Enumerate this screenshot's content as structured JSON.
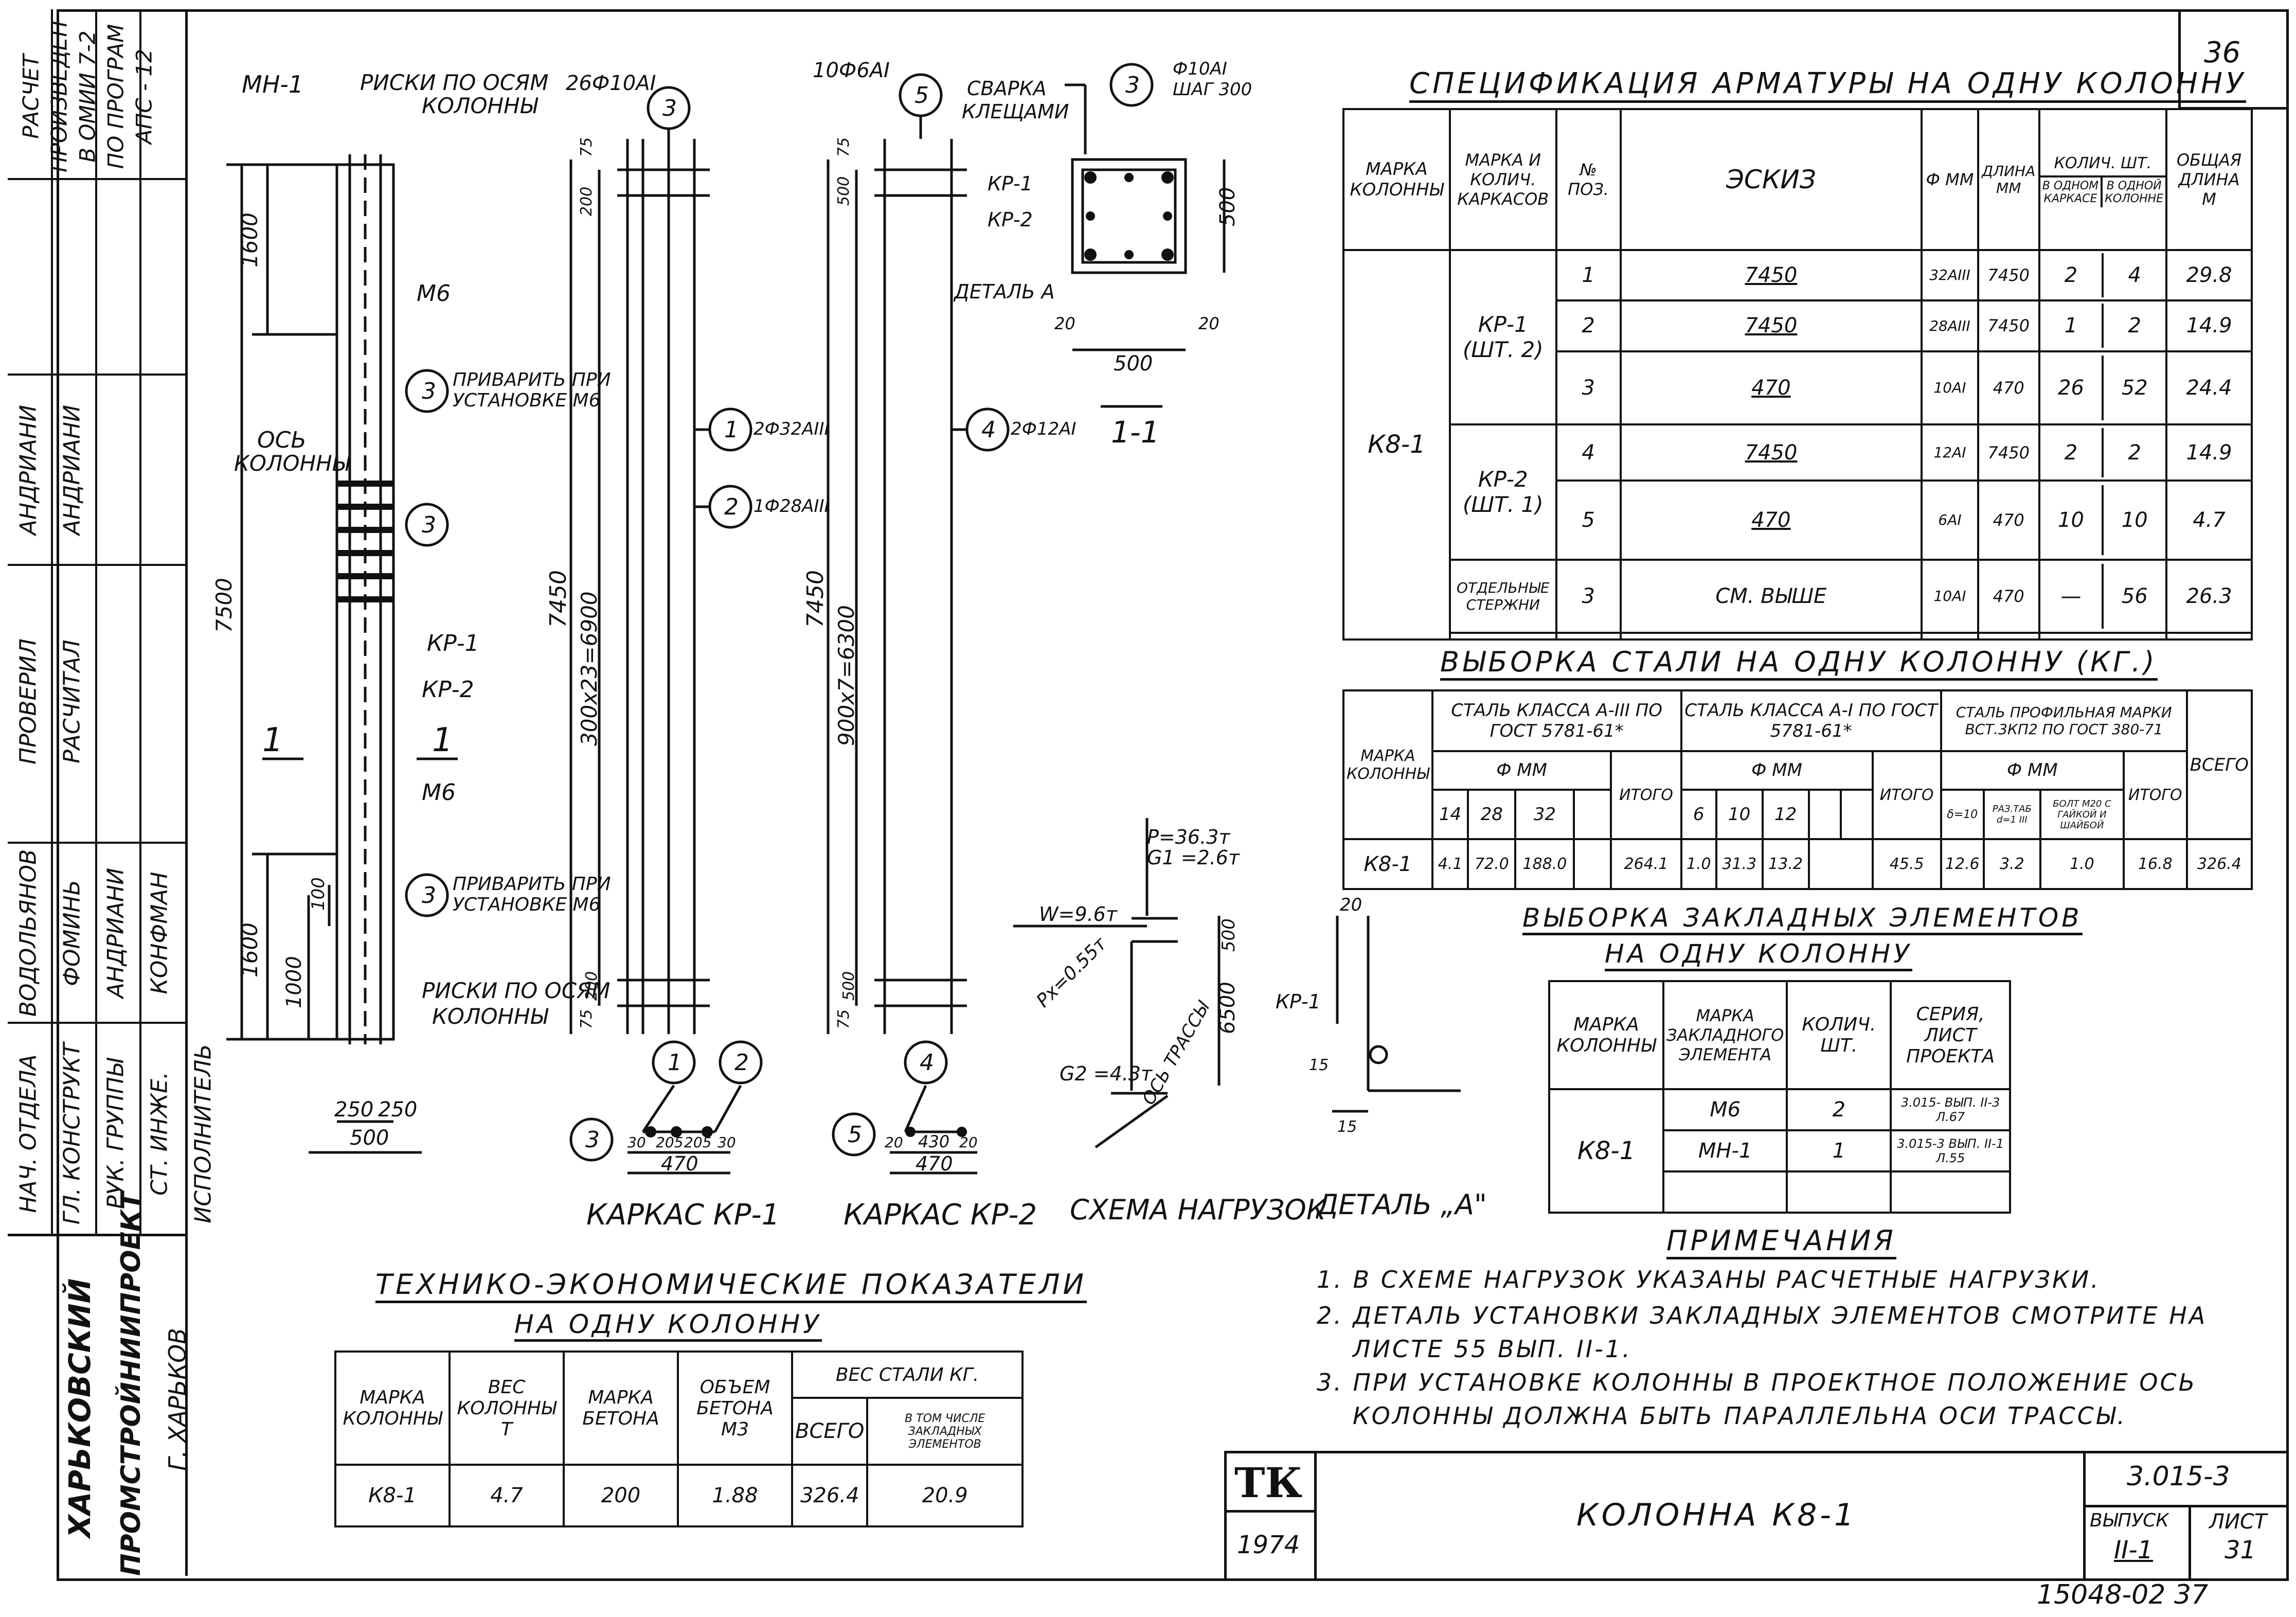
{
  "sheet_number": "36",
  "stamp_bottom_right": "15048-02  37",
  "side_block": {
    "org": [
      "ХАРЬКОВСКИЙ",
      "ПРОМСТРОЙНИИПРОЕКТ",
      "Г. ХАРЬКОВ"
    ],
    "roles": [
      "НАЧ. ОТДЕЛА",
      "ГЛ. КОНСТРУКТ",
      "РУК. ГРУППЫ",
      "СТ. ИНЖЕ.",
      "ИСПОЛНИТЕЛЬ",
      "ПРОВЕРИЛ",
      "РАСЧИТАЛ"
    ],
    "names": [
      "ВОДОЛЬЯНОВ",
      "ФОМИНЬ",
      "АНДРИАНИ",
      "КОНФМАН",
      "АНДРИАНИ",
      "АНДРИАНИ"
    ],
    "calc_note": [
      "РАСЧЕТ",
      "ПРОИЗВЕДЕН",
      "В ОМИИ 7-2",
      "ПО ПРОГРАМ",
      "АПС - 12"
    ]
  },
  "col_drawing": {
    "labels": [
      "МН-1",
      "РИСКИ ПО ОСЯМ КОЛОННЫ",
      "М6",
      "ПРИВАРИТЬ ПРИ УСТАНОВКЕ М6",
      "ОСЬ КОЛОННЫ",
      "КР-1",
      "КР-2",
      "М6",
      "ПРИВАРИТЬ ПРИ УСТАНОВКЕ М6",
      "РИСКИ ПО ОСЯМ КОЛОННЫ"
    ],
    "dims": [
      "1600",
      "7500",
      "1600",
      "1000",
      "100",
      "250",
      "250",
      "500"
    ],
    "section_marks": [
      "1",
      "1"
    ],
    "callouts": [
      "3",
      "3",
      "3"
    ]
  },
  "kr1": {
    "top_label": "26Ф10АI",
    "callout_top": "3",
    "dims": [
      "75",
      "200",
      "7450",
      "300x23=6900",
      "200",
      "75"
    ],
    "bar_labels": [
      "2Ф32АIII",
      "1Ф28АIII"
    ],
    "callouts": [
      "1",
      "2",
      "1",
      "2",
      "3"
    ],
    "bottom_dims": [
      "30",
      "205",
      "205",
      "30",
      "470"
    ],
    "caption": "КАРКАС КР-1"
  },
  "kr2": {
    "top_label": "10Ф6АI",
    "callout_top": "5",
    "dims": [
      "75",
      "500",
      "7450",
      "900x7=6300",
      "500",
      "75"
    ],
    "bar_label": "2Ф12АI",
    "callouts": [
      "4",
      "4",
      "5"
    ],
    "bottom_dims": [
      "20",
      "430",
      "20",
      "470"
    ],
    "caption": "КАРКАС КР-2"
  },
  "section": {
    "labels": [
      "СВАРКА КЛЕЩАМИ",
      "КР-1",
      "КР-2",
      "ДЕТАЛЬ А",
      "Ф10АI ШАГ 300"
    ],
    "callout": "3",
    "dims": [
      "500",
      "500",
      "20",
      "20"
    ],
    "caption": "1-1"
  },
  "loads": {
    "p": "P=36.3т",
    "g1": "G1 =2.6т",
    "w": "W=9.6т",
    "px": "Px=0.55т",
    "g2": "G2 =4.3т",
    "dims": [
      "500",
      "6500"
    ],
    "axis": "ОСЬ ТРАССЫ",
    "caption": "СХЕМА НАГРУЗОК"
  },
  "detail": {
    "labels": [
      "20",
      "КР-1",
      "15",
      "15"
    ],
    "caption": "ДЕТАЛЬ „А\""
  },
  "spec": {
    "title": "СПЕЦИФИКАЦИЯ АРМАТУРЫ НА ОДНУ КОЛОННУ",
    "headers": [
      "МАРКА КОЛОННЫ",
      "МАРКА И КОЛИЧ. КАРКАСОВ",
      "№ ПОЗ.",
      "ЭСКИЗ",
      "Ф ММ",
      "ДЛИНА ММ",
      "КОЛИЧ. ШТ.",
      "В ОДНОМ КАРКАСЕ",
      "В ОДНОЙ КОЛОННЕ",
      "ОБЩАЯ ДЛИНА М"
    ],
    "col_mark": "К8-1",
    "groups": [
      "КР-1 (ШТ. 2)",
      "КР-2 (ШТ. 1)",
      "ОТДЕЛЬНЫЕ СТЕРЖНИ"
    ],
    "rows": [
      [
        "1",
        "7450",
        "32АIII",
        "7450",
        "2",
        "4",
        "29.8"
      ],
      [
        "2",
        "7450",
        "28АIII",
        "7450",
        "1",
        "2",
        "14.9"
      ],
      [
        "3",
        "470",
        "10АI",
        "470",
        "26",
        "52",
        "24.4"
      ],
      [
        "4",
        "7450",
        "12АI",
        "7450",
        "2",
        "2",
        "14.9"
      ],
      [
        "5",
        "470",
        "6АI",
        "470",
        "10",
        "10",
        "4.7"
      ],
      [
        "3",
        "СМ. ВЫШЕ",
        "10АI",
        "470",
        "—",
        "56",
        "26.3"
      ]
    ]
  },
  "steel": {
    "title": "ВЫБОРКА СТАЛИ НА ОДНУ КОЛОННУ (КГ.)",
    "h_mark": "МАРКА КОЛОННЫ",
    "h_a3": "СТАЛЬ КЛАССА А-III ПО ГОСТ 5781-61*",
    "h_a1": "СТАЛЬ КЛАССА А-I ПО ГОСТ 5781-61*",
    "h_prof": "СТАЛЬ ПРОФИЛЬНАЯ МАРКИ ВСТ.3КП2 ПО ГОСТ 380-71",
    "h_fmm": "Ф ММ",
    "sub_a3": [
      "14",
      "28",
      "32",
      ""
    ],
    "sub_a1": [
      "6",
      "10",
      "12",
      "",
      ""
    ],
    "sub_prof": [
      "δ=10",
      "РАЗ.ТАБ d=1 III",
      "БОЛТ М20 С ГАЙКОЙ И ШАЙБОЙ"
    ],
    "h_itogo": "ИТОГО",
    "h_vsego": "ВСЕГО",
    "row": [
      "К8-1",
      "4.1",
      "72.0",
      "188.0",
      "",
      "264.1",
      "1.0",
      "31.3",
      "13.2",
      "",
      "45.5",
      "12.6",
      "3.2",
      "1.0",
      "16.8",
      "326.4"
    ]
  },
  "embedded": {
    "title1": "ВЫБОРКА ЗАКЛАДНЫХ ЭЛЕМЕНТОВ",
    "title2": "НА ОДНУ КОЛОННУ",
    "headers": [
      "МАРКА КОЛОННЫ",
      "МАРКА ЗАКЛАДНОГО ЭЛЕМЕНТА",
      "КОЛИЧ. ШТ.",
      "СЕРИЯ, ЛИСТ ПРОЕКТА"
    ],
    "col_mark": "К8-1",
    "rows": [
      [
        "М6",
        "2",
        "3.015-  ВЫП. II-3 Л.67"
      ],
      [
        "МН-1",
        "1",
        "3.015-3 ВЫП. II-1 Л.55"
      ]
    ]
  },
  "notes": {
    "title": "ПРИМЕЧАНИЯ",
    "lines": [
      "1. В СХЕМЕ НАГРУЗОК УКАЗАНЫ РАСЧЕТНЫЕ НАГРУЗКИ.",
      "2. ДЕТАЛЬ УСТАНОВКИ ЗАКЛАДНЫХ ЭЛЕМЕНТОВ СМОТРИТЕ НА",
      "ЛИСТЕ 55 ВЫП. II-1.",
      "3. ПРИ УСТАНОВКЕ КОЛОННЫ В ПРОЕКТНОЕ ПОЛОЖЕНИЕ ОСЬ",
      "КОЛОННЫ ДОЛЖНА БЫТЬ ПАРАЛЛЕЛЬНА ОСИ ТРАССЫ."
    ]
  },
  "tep": {
    "title1": "ТЕХНИКО-ЭКОНОМИЧЕСКИЕ ПОКАЗАТЕЛИ",
    "title2": "НА ОДНУ КОЛОННУ",
    "headers": [
      "МАРКА КОЛОННЫ",
      "ВЕС КОЛОННЫ Т",
      "МАРКА БЕТОНА",
      "ОБЪЕМ БЕТОНА М3",
      "ВЕС СТАЛИ КГ.",
      "ВСЕГО",
      "В ТОМ ЧИСЛЕ ЗАКЛАДНЫХ ЭЛЕМЕНТОВ"
    ],
    "row": [
      "К8-1",
      "4.7",
      "200",
      "1.88",
      "326.4",
      "20.9"
    ]
  },
  "titleblock": {
    "logo": "ТК",
    "year": "1974",
    "name": "КОЛОННА К8-1",
    "series": "3.015-3",
    "vyp_label": "ВЫПУСК",
    "vyp": "II-1",
    "list_label": "ЛИСТ",
    "list": "31"
  }
}
